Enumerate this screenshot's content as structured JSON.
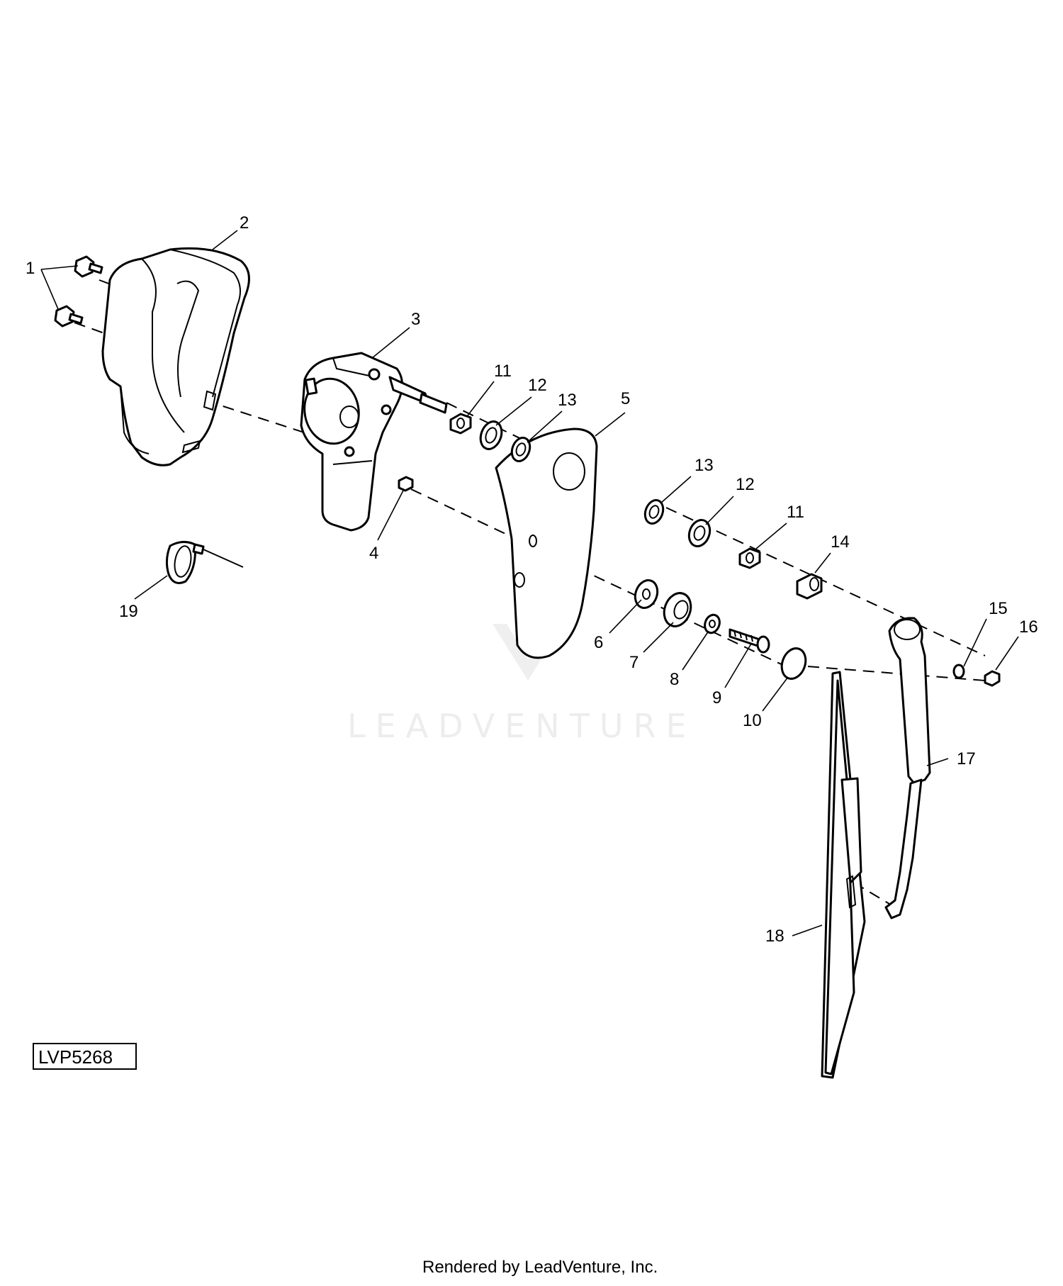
{
  "callouts": {
    "c1": "1",
    "c2": "2",
    "c3": "3",
    "c4": "4",
    "c5": "5",
    "c6": "6",
    "c7": "7",
    "c8": "8",
    "c9": "9",
    "c10": "10",
    "c11a": "11",
    "c12a": "12",
    "c13a": "13",
    "c13b": "13",
    "c12b": "12",
    "c11b": "11",
    "c14": "14",
    "c15": "15",
    "c16": "16",
    "c17": "17",
    "c18": "18",
    "c19": "19"
  },
  "diagram_code": "LVP5268",
  "watermark": "LEADVENTURE",
  "footer": "Rendered by LeadVenture, Inc.",
  "colors": {
    "line": "#000000",
    "watermark": "#ededed",
    "background": "#ffffff"
  }
}
